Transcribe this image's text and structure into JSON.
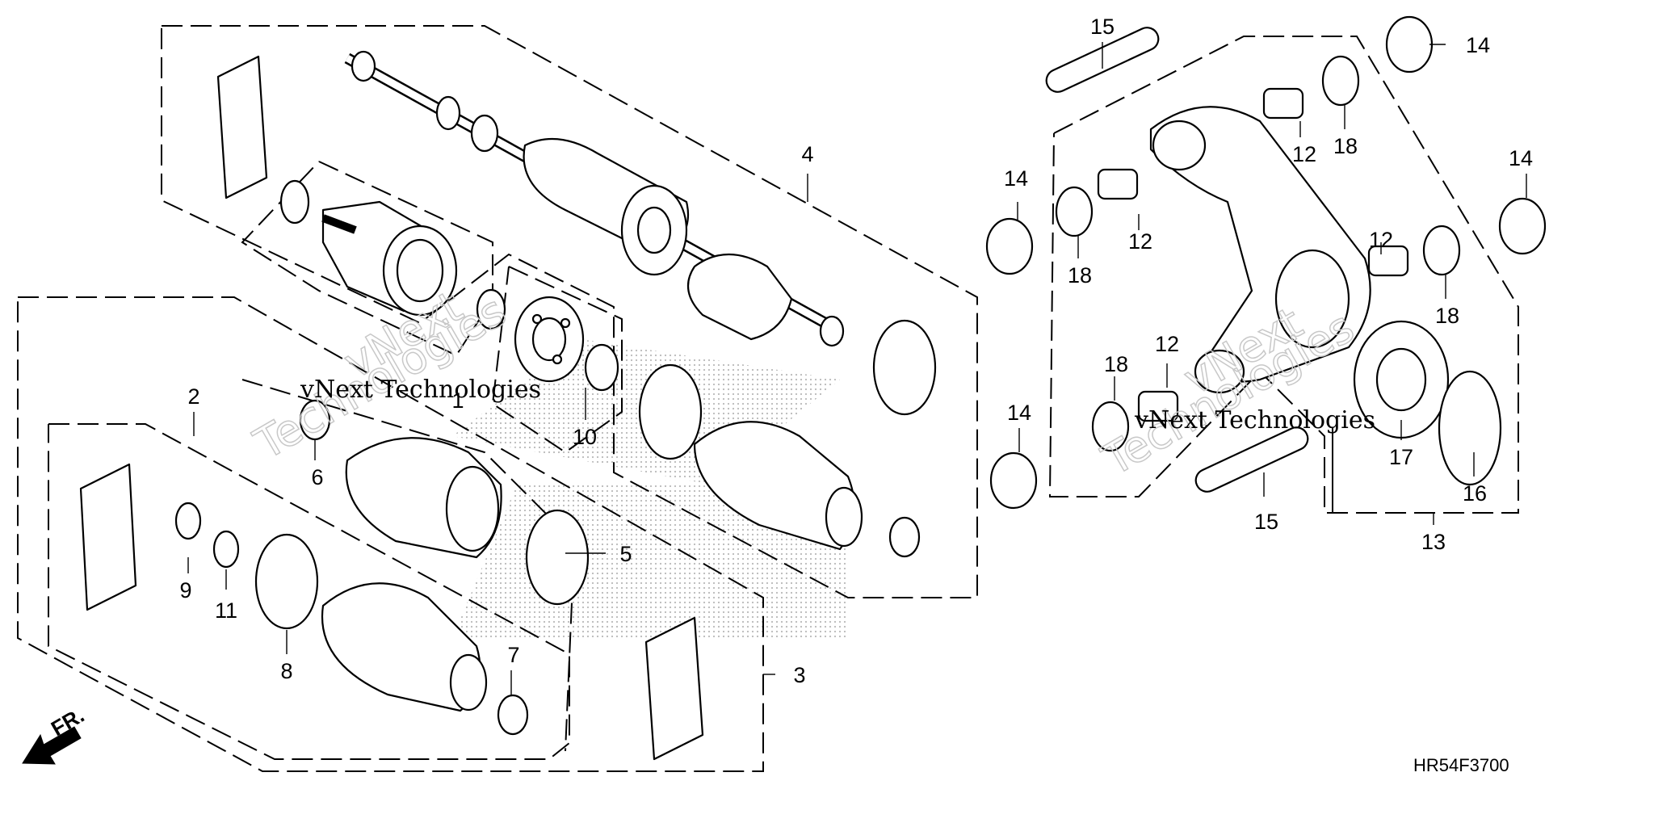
{
  "diagram_code": "HR54F3700",
  "direction_label": "FR.",
  "watermark": {
    "line1": "vNext",
    "line2": "Technologies",
    "line3": "vNext Technologies"
  },
  "callouts": {
    "c1": "1",
    "c2": "2",
    "c3": "3",
    "c4": "4",
    "c5": "5",
    "c6": "6",
    "c7": "7",
    "c8": "8",
    "c9": "9",
    "c10": "10",
    "c11": "11",
    "c12a": "12",
    "c12b": "12",
    "c12c": "12",
    "c12d": "12",
    "c13": "13",
    "c14a": "14",
    "c14b": "14",
    "c14c": "14",
    "c14d": "14",
    "c15a": "15",
    "c15b": "15",
    "c16": "16",
    "c17": "17",
    "c18a": "18",
    "c18b": "18",
    "c18c": "18",
    "c18d": "18"
  }
}
